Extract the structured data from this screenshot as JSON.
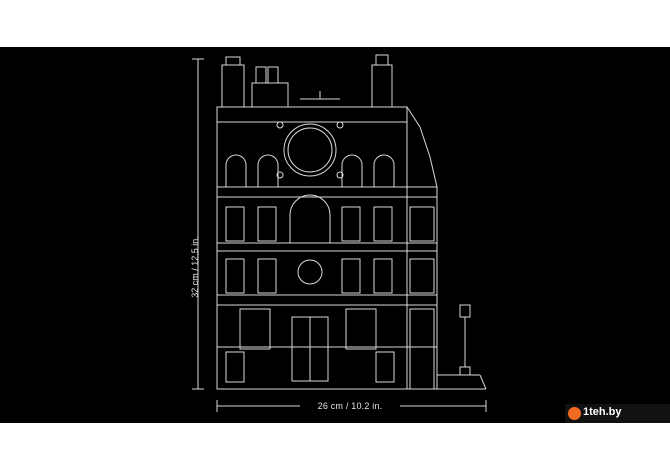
{
  "image": {
    "subject": "architectural-line-drawing-of-building",
    "background": "#000000",
    "line_color": "#d8d8d8"
  },
  "dimensions": {
    "width_label": "26 cm / 10.2 in.",
    "height_label": "32 cm / 12.5 in."
  },
  "watermark": {
    "text": "1teh.by",
    "accent": "#f26a21"
  }
}
